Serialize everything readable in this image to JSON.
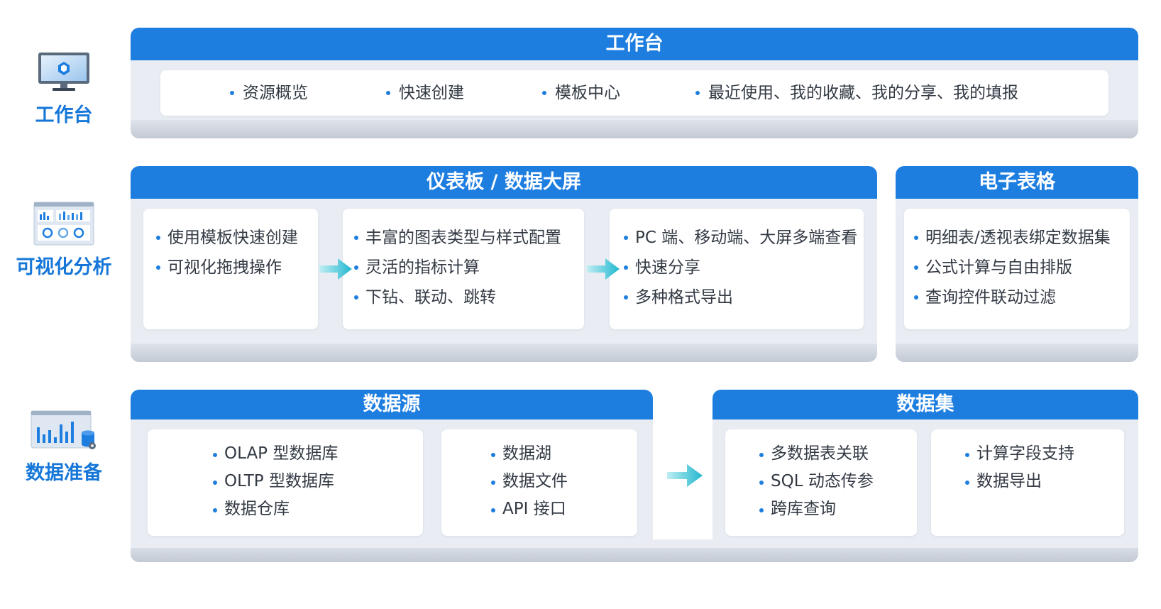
{
  "sections": {
    "workbench": "工作台",
    "visual_analysis": "可视化分析",
    "data_prep": "数据准备"
  },
  "workbench": {
    "title": "工作台",
    "items": [
      "资源概览",
      "快速创建",
      "模板中心",
      "最近使用、我的收藏、我的分享、我的填报"
    ]
  },
  "dashboard": {
    "title": "仪表板 / 数据大屏",
    "card1": [
      "使用模板快速创建",
      "可视化拖拽操作"
    ],
    "card2": [
      "丰富的图表类型与样式配置",
      "灵活的指标计算",
      "下钻、联动、跳转"
    ],
    "card3": [
      "PC 端、移动端、大屏多端查看",
      "快速分享",
      "多种格式导出"
    ]
  },
  "spreadsheet": {
    "title": "电子表格",
    "items": [
      "明细表/透视表绑定数据集",
      "公式计算与自由排版",
      "查询控件联动过滤"
    ]
  },
  "datasource": {
    "title": "数据源",
    "card1": [
      "OLAP 型数据库",
      "OLTP 型数据库",
      "数据仓库"
    ],
    "card2": [
      "数据湖",
      "数据文件",
      "API 接口"
    ]
  },
  "dataset": {
    "title": "数据集",
    "card1": [
      "多数据表关联",
      "SQL 动态传参",
      "跨库查询"
    ],
    "card2": [
      "计算字段支持",
      "数据导出"
    ]
  },
  "colors": {
    "accent": "#1d7ee0",
    "label": "#1677d9",
    "panel": "#e9edf3",
    "arrow": "#3cc3d6"
  }
}
